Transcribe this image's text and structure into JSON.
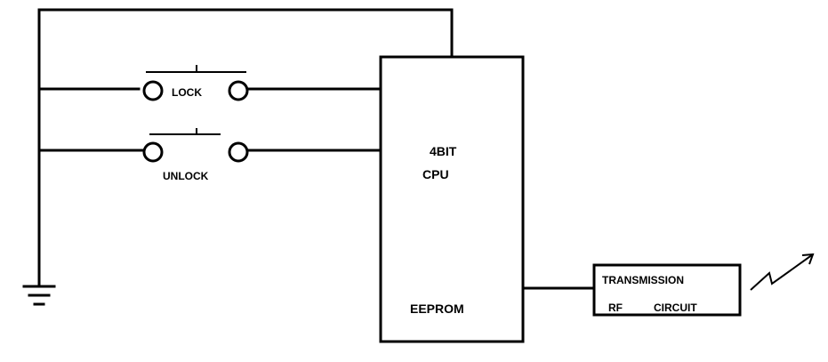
{
  "diagram": {
    "switches": {
      "lock_label": "LOCK",
      "unlock_label": "UNLOCK"
    },
    "cpu_block": {
      "line1": "4BIT",
      "line2": "CPU",
      "memory_label": "EEPROM"
    },
    "transmitter_block": {
      "line1": "TRANSMISSION",
      "line2_left": "RF",
      "line2_right": "CIRCUIT"
    },
    "colors": {
      "ink": "#000000",
      "paper": "#ffffff"
    },
    "symbols": [
      "ground-symbol",
      "antenna-signal-icon",
      "lock-switch",
      "unlock-switch"
    ]
  }
}
